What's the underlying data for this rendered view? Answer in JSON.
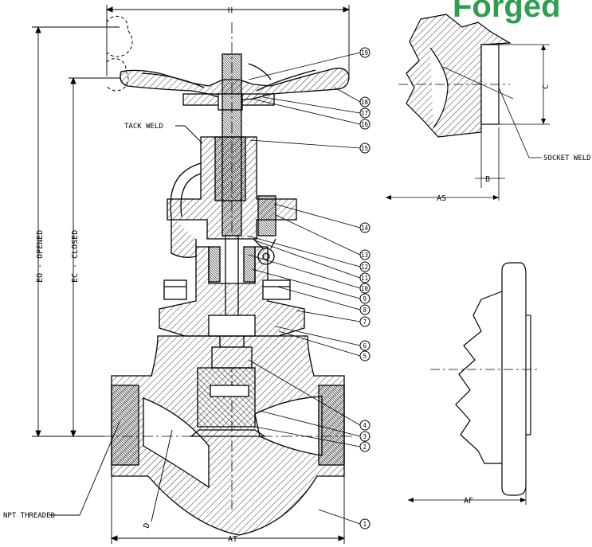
{
  "title": "Forged",
  "colors": {
    "title": "#2e9e4f",
    "line": "#000000",
    "hatch": "#000000"
  },
  "dimensions": {
    "H": "H",
    "EO": "EO - OPENED",
    "EC": "EC - CLOSED",
    "AT": "AT",
    "D": "D",
    "C": "C",
    "B": "B",
    "AS": "AS",
    "AF": "AF"
  },
  "labels": {
    "tack_weld": "TACK WELD",
    "socket_weld": "SOCKET WELD",
    "npt_threaded": "NPT THREADED"
  },
  "callouts": [
    "19",
    "18",
    "17",
    "16",
    "15",
    "14",
    "13",
    "12",
    "11",
    "10",
    "9",
    "8",
    "7",
    "6",
    "5",
    "4",
    "3",
    "2",
    "1"
  ]
}
